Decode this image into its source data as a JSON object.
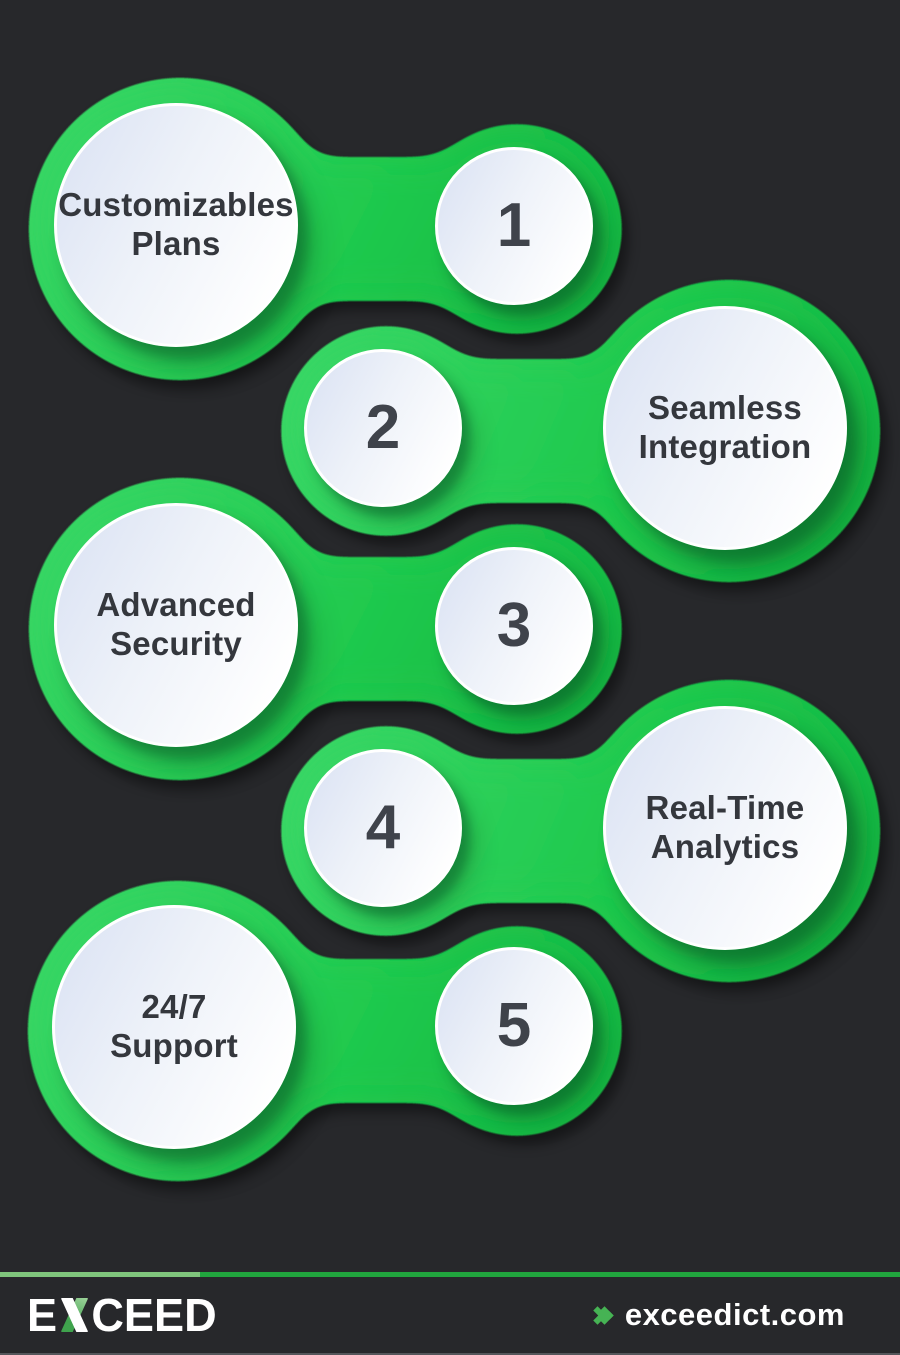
{
  "items": [
    {
      "number": "1",
      "label": "Customizables\nPlans",
      "side": "text-left"
    },
    {
      "number": "2",
      "label": "Seamless\nIntegration",
      "side": "text-right"
    },
    {
      "number": "3",
      "label": "Advanced\nSecurity",
      "side": "text-left"
    },
    {
      "number": "4",
      "label": "Real-Time\nAnalytics",
      "side": "text-right"
    },
    {
      "number": "5",
      "label": "24/7\nSupport",
      "side": "text-left"
    }
  ],
  "footer": {
    "brand": "EXCEED",
    "brand_part1": "E",
    "brand_x": "X",
    "brand_part2": "CEED",
    "website": "exceedict.com"
  },
  "colors": {
    "bg": "#27282b",
    "green_light": "#3bd868",
    "green_main": "#1fc94d",
    "green_dark": "#12b23f",
    "chevron_green": "#46b354",
    "label_text": "#34373d",
    "number_text": "#3f434b",
    "divider_light": "#7fc57c",
    "divider_green": "#21a53e",
    "footer_text": "#ffffff",
    "circle_tint": "#d9e1f3"
  }
}
